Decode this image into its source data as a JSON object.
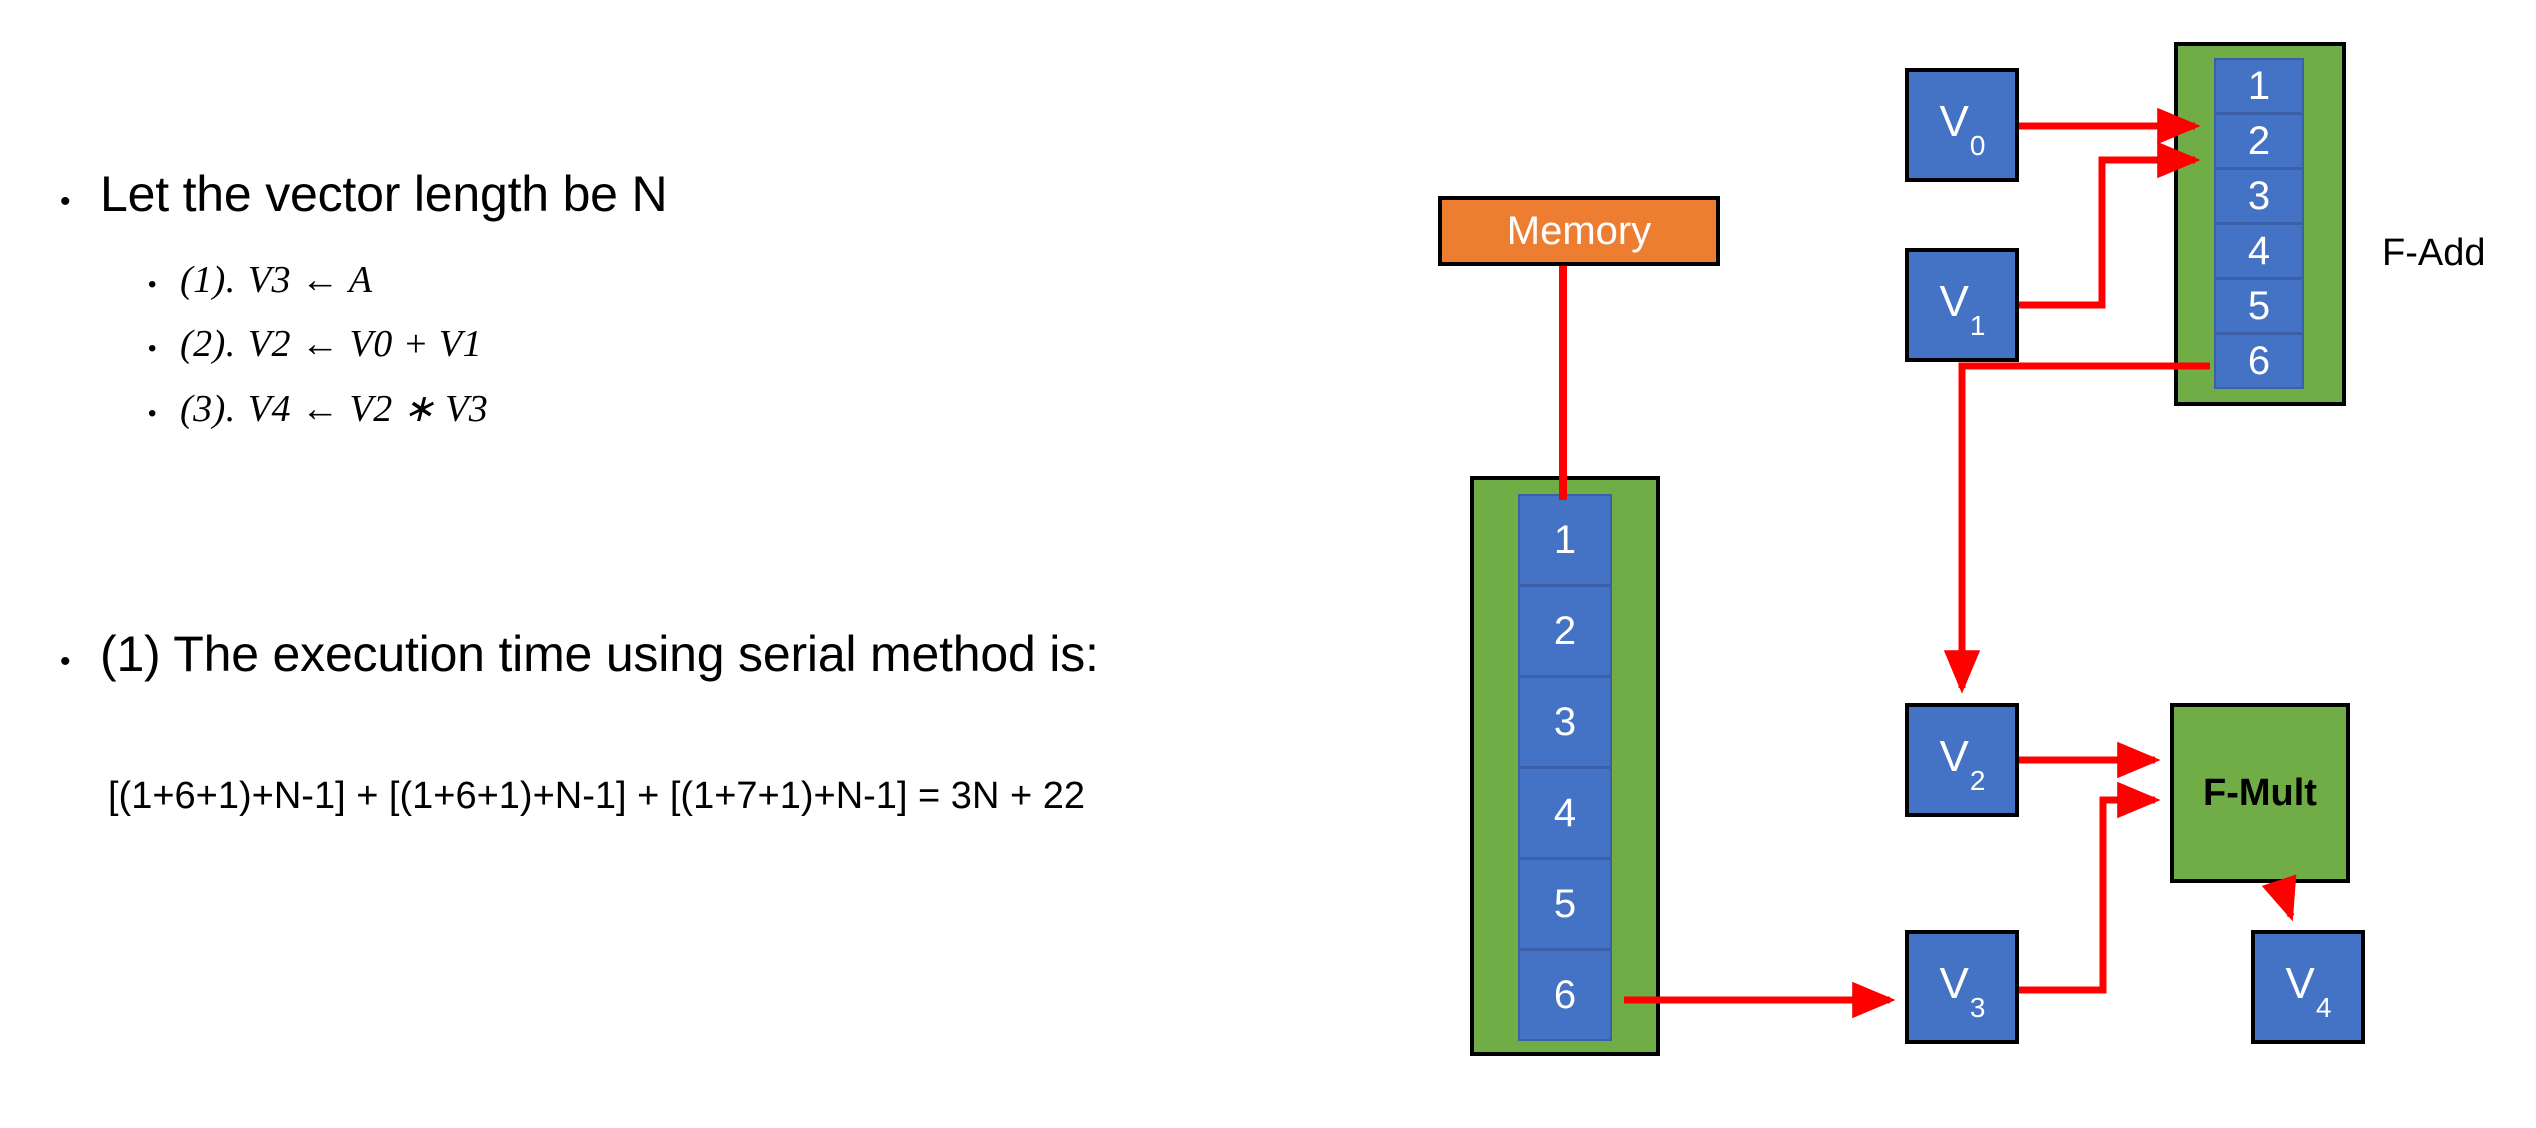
{
  "slide": {
    "bullets": [
      {
        "level": 1,
        "marker": "•",
        "text": "Let the vector length be N"
      },
      {
        "level": 2,
        "marker": "•",
        "label": "(1).",
        "expr": "V3 ← A"
      },
      {
        "level": 2,
        "marker": "•",
        "label": "(2).",
        "expr": "V2 ← V0 + V1"
      },
      {
        "level": 2,
        "marker": "•",
        "label": "(3).",
        "expr": "V4 ← V2  ∗ V3"
      },
      {
        "level": 1,
        "marker": "•",
        "text": "(1) The execution time using serial method is:"
      }
    ],
    "formula": "[(1+6+1)+N-1] + [(1+6+1)+N-1] + [(1+7+1)+N-1] =  3N + 22"
  },
  "diagram": {
    "colors": {
      "memory": "#ED7D31",
      "register": "#4472C4",
      "function_unit": "#70AD47",
      "arrow": "#FF0000",
      "outline": "#000000",
      "text_on_fill": "#FFFFFF"
    },
    "memory": {
      "label": "Memory"
    },
    "memory_pipeline": {
      "name": "memory-vector-pipeline",
      "cells": [
        "1",
        "2",
        "3",
        "4",
        "5",
        "6"
      ]
    },
    "fadd_pipeline": {
      "name": "f-add-pipeline",
      "label": "F-Add",
      "cells": [
        "1",
        "2",
        "3",
        "4",
        "5",
        "6"
      ]
    },
    "fmult": {
      "label": "F-Mult"
    },
    "registers": [
      {
        "name": "v0",
        "base": "V",
        "sub": "0"
      },
      {
        "name": "v1",
        "base": "V",
        "sub": "1"
      },
      {
        "name": "v2",
        "base": "V",
        "sub": "2"
      },
      {
        "name": "v3",
        "base": "V",
        "sub": "3"
      },
      {
        "name": "v4",
        "base": "V",
        "sub": "4"
      }
    ]
  }
}
